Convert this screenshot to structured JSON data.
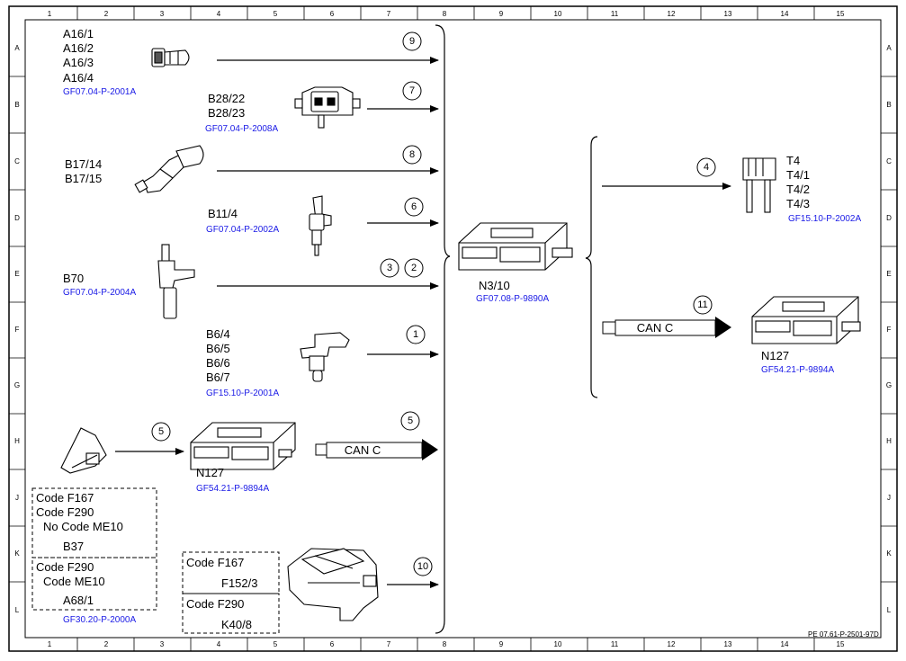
{
  "grid": {
    "columns": [
      "1",
      "2",
      "3",
      "4",
      "5",
      "6",
      "7",
      "8",
      "9",
      "10",
      "11",
      "12",
      "13",
      "14",
      "15"
    ],
    "rows": [
      "A",
      "B",
      "C",
      "D",
      "E",
      "F",
      "G",
      "H",
      "J",
      "K",
      "L"
    ]
  },
  "inputs": {
    "a16": {
      "labels": [
        "A16/1",
        "A16/2",
        "A16/3",
        "A16/4"
      ],
      "ref": "GF07.04-P-2001A",
      "signal": "9"
    },
    "b28": {
      "labels": [
        "B28/22",
        "B28/23"
      ],
      "ref": "GF07.04-P-2008A",
      "signal": "7"
    },
    "b17": {
      "labels": [
        "B17/14",
        "B17/15"
      ],
      "signal": "8"
    },
    "b11": {
      "labels": [
        "B11/4"
      ],
      "ref": "GF07.04-P-2002A",
      "signal": "6"
    },
    "b70": {
      "labels": [
        "B70"
      ],
      "ref": "GF07.04-P-2004A",
      "signals": [
        "3",
        "2"
      ]
    },
    "b6": {
      "labels": [
        "B6/4",
        "B6/5",
        "B6/6",
        "B6/7"
      ],
      "ref": "GF15.10-P-2001A",
      "signal": "1"
    },
    "pedal_chain": {
      "signal_in": "5",
      "module_label": "N127",
      "module_ref": "GF54.21-P-9894A",
      "can_label": "CAN C",
      "signal_out": "5"
    },
    "code_box_b37": {
      "lines": [
        "Code F167",
        "Code F290",
        "No Code ME10"
      ],
      "component": "B37"
    },
    "code_box_a68": {
      "lines": [
        "Code F290",
        "Code ME10"
      ],
      "component": "A68/1",
      "ref": "GF30.20-P-2000A"
    },
    "code_box_f152": {
      "line": "Code F167",
      "component": "F152/3"
    },
    "code_box_k40": {
      "line": "Code F290",
      "component": "K40/8",
      "signal": "10"
    }
  },
  "center": {
    "label": "N3/10",
    "ref": "GF07.08-P-9890A"
  },
  "outputs": {
    "t4": {
      "signal": "4",
      "labels": [
        "T4",
        "T4/1",
        "T4/2",
        "T4/3"
      ],
      "ref": "GF15.10-P-2002A"
    },
    "n127": {
      "signal": "11",
      "can_label": "CAN C",
      "label": "N127",
      "ref": "GF54.21-P-9894A"
    }
  },
  "doc_id": "PE 07.61-P-2501-97D"
}
